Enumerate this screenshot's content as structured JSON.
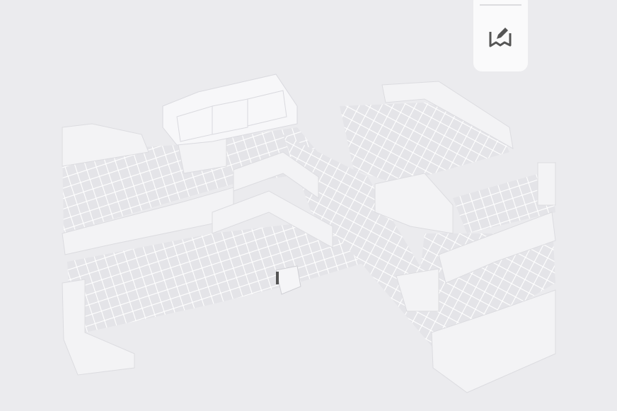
{
  "colors": {
    "background": "#ebebee",
    "floor": "#e6e6e9",
    "path": "#ffffff",
    "wall": "#f3f3f5",
    "panel": "#fafafb",
    "icon": "#555555"
  },
  "map": {
    "view": "3d-isometric",
    "objects": [
      "sofa",
      "robot-vacuum-dock"
    ]
  },
  "toolbar": {
    "icons": [
      "edit-map-icon"
    ]
  }
}
